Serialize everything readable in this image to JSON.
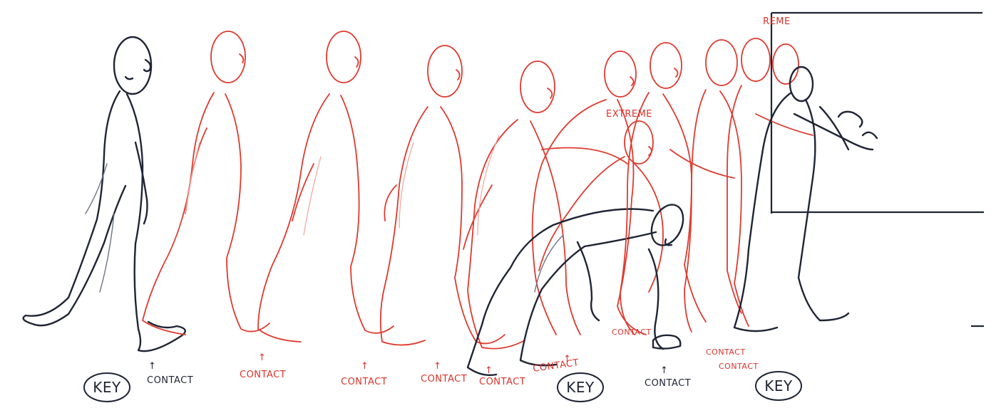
{
  "labels": {
    "key": "KEY",
    "contact": "CONTACT",
    "extreme": "EXTREME",
    "treme_fragment": "REME",
    "contact_arrow": "↑"
  },
  "figures": [
    {
      "name": "walk-key-1",
      "role": "key",
      "color": "black"
    },
    {
      "name": "walk-inbetween-2",
      "role": "inbetween",
      "color": "red"
    },
    {
      "name": "walk-inbetween-3",
      "role": "inbetween",
      "color": "red"
    },
    {
      "name": "walk-inbetween-4",
      "role": "inbetween",
      "color": "red"
    },
    {
      "name": "walk-inbetween-5",
      "role": "inbetween",
      "color": "red"
    },
    {
      "name": "walk-inbetween-6",
      "role": "inbetween",
      "color": "red"
    },
    {
      "name": "bend-key-2",
      "role": "key",
      "color": "black"
    },
    {
      "name": "bend-extreme",
      "role": "extreme",
      "color": "red"
    },
    {
      "name": "rise-inbetween-1",
      "role": "inbetween",
      "color": "red"
    },
    {
      "name": "rise-inbetween-2",
      "role": "inbetween",
      "color": "red"
    },
    {
      "name": "push-key-3",
      "role": "key",
      "color": "black"
    }
  ],
  "colors": {
    "key_line": "#1f2535",
    "inbetween_line": "#de3a2f",
    "paper": "#ffffff"
  }
}
